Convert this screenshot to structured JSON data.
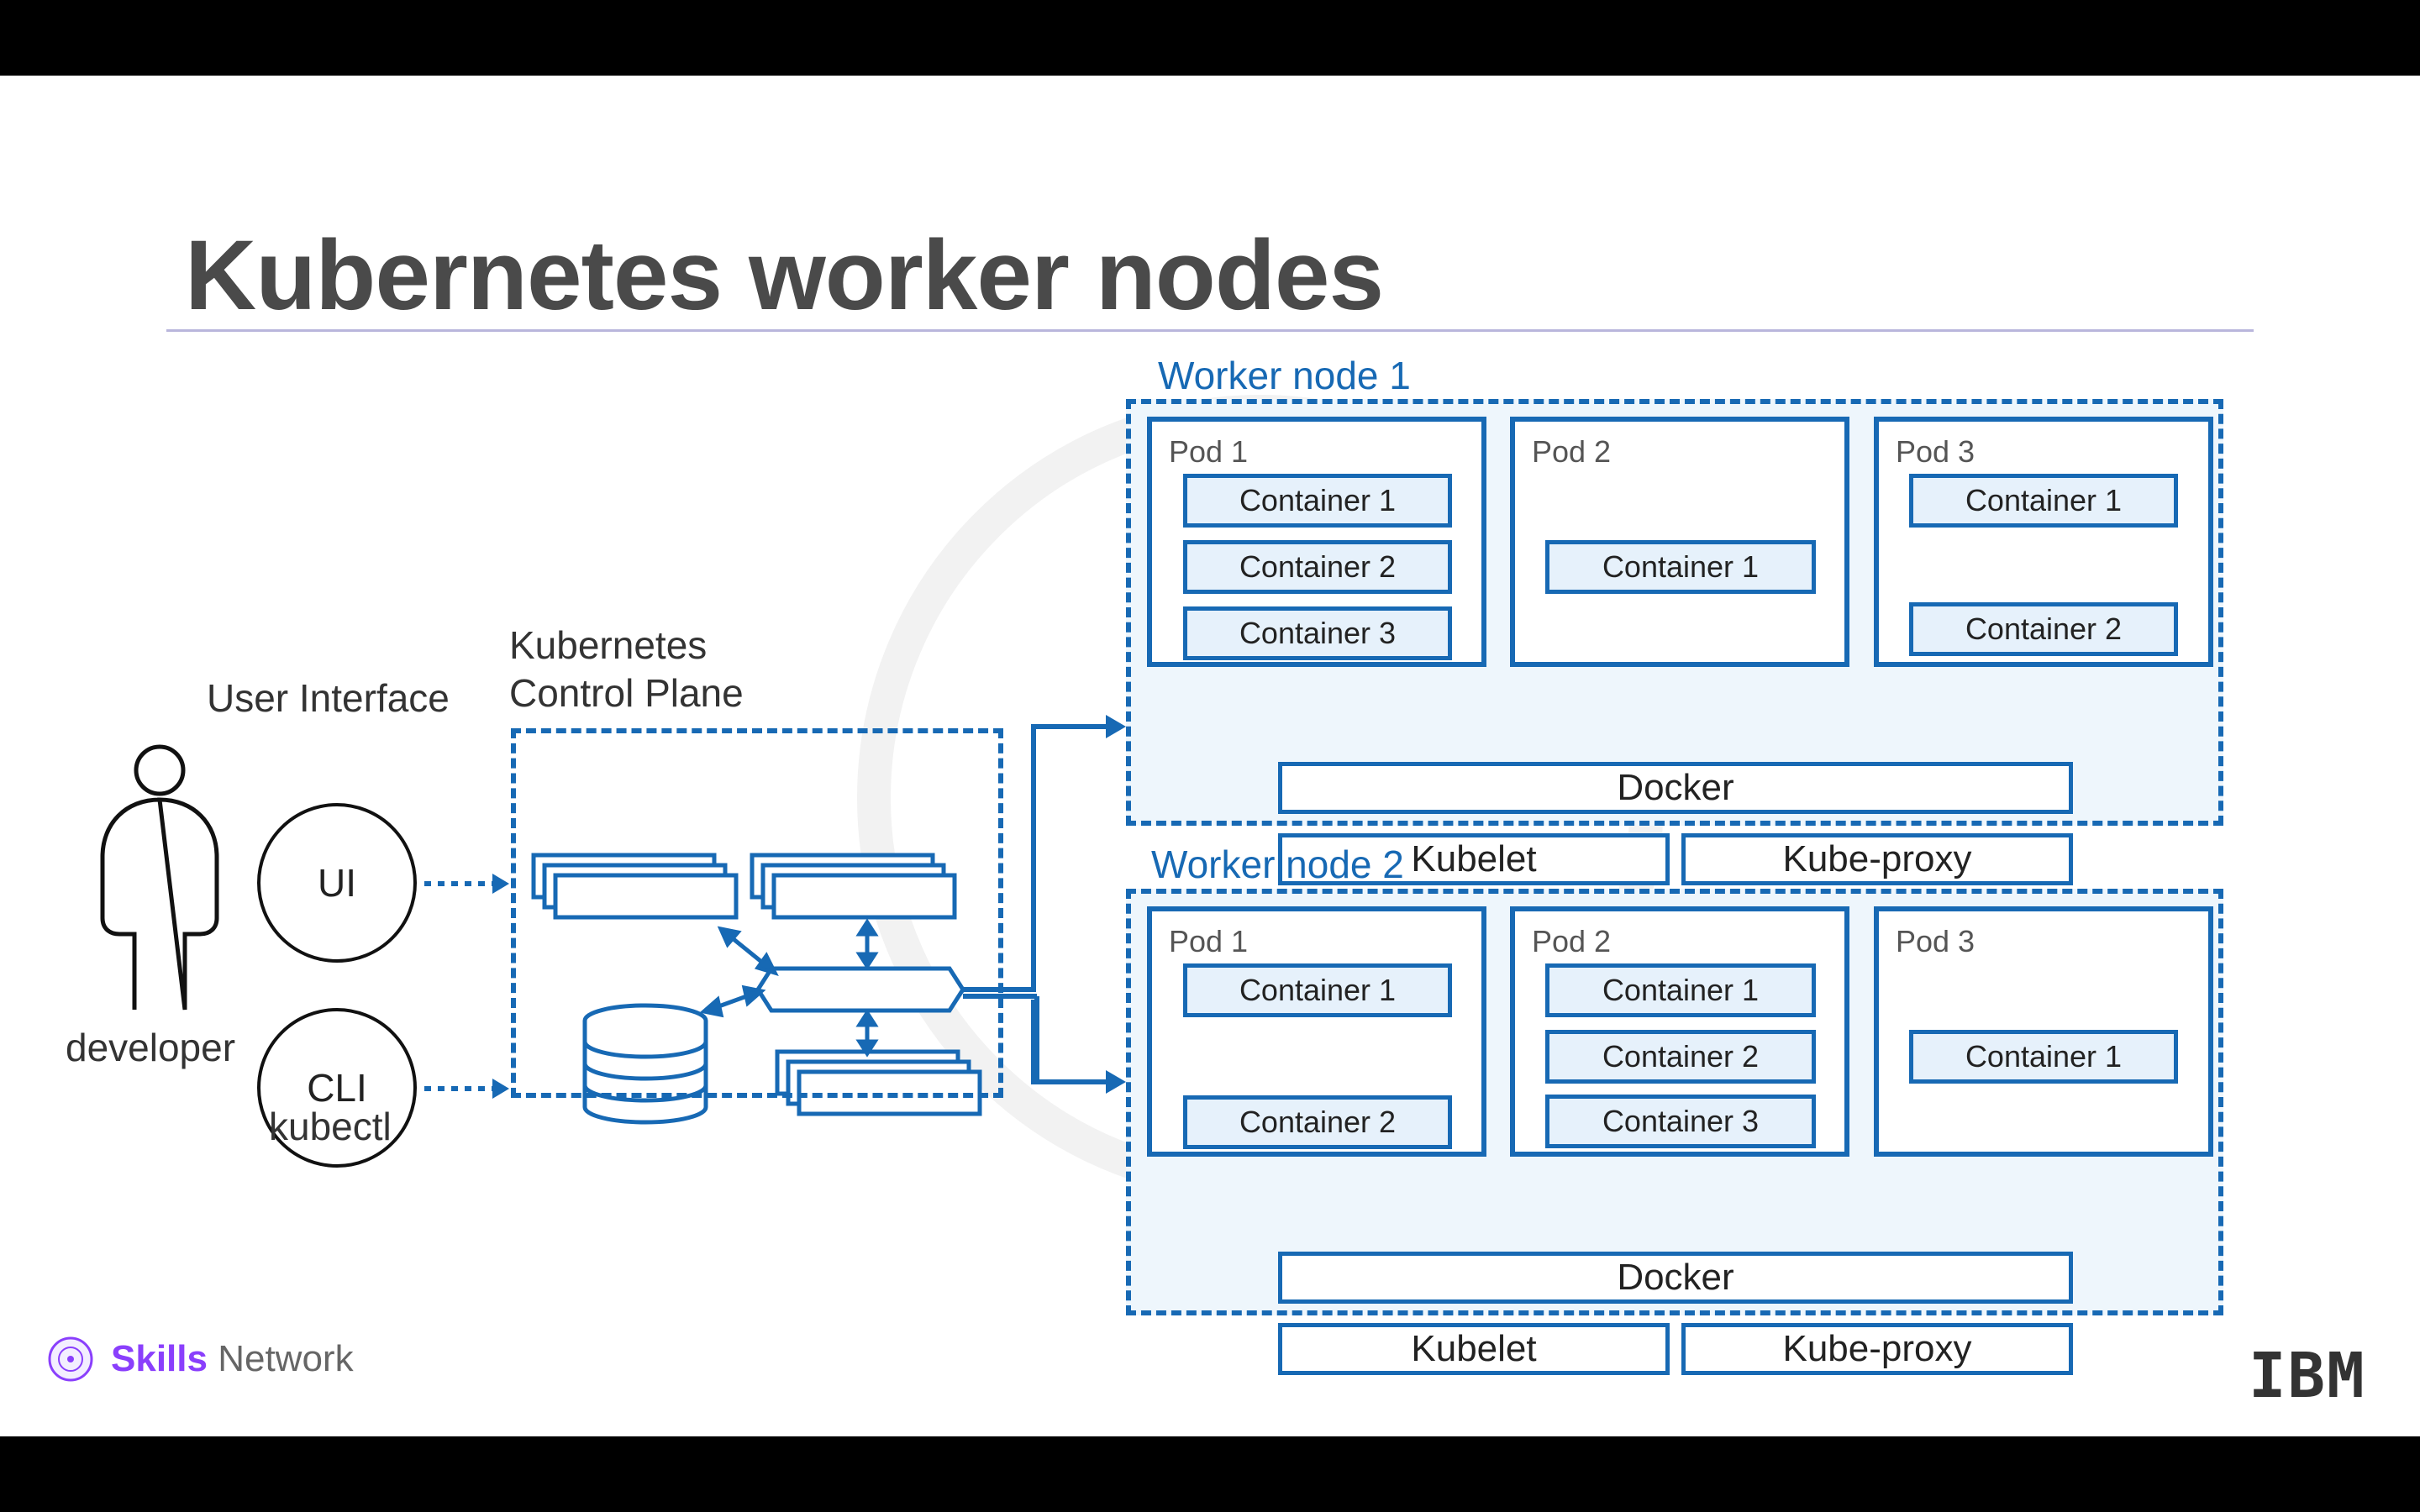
{
  "title": "Kubernetes worker nodes",
  "developer": {
    "label": "developer"
  },
  "user_interface": {
    "heading": "User Interface",
    "ui": "UI",
    "cli": "CLI",
    "cli_caption": "kubectl"
  },
  "control_plane": {
    "heading_line1": "Kubernetes",
    "heading_line2": "Control Plane"
  },
  "worker_nodes": [
    {
      "title": "Worker node 1",
      "pods": [
        {
          "label": "Pod 1",
          "containers": [
            "Container 1",
            "Container 2",
            "Container 3"
          ]
        },
        {
          "label": "Pod 2",
          "containers": [
            "Container 1"
          ]
        },
        {
          "label": "Pod 3",
          "containers": [
            "Container 1",
            "Container 2"
          ]
        }
      ],
      "docker": "Docker",
      "kubelet": "Kubelet",
      "kube_proxy": "Kube-proxy"
    },
    {
      "title": "Worker node 2",
      "pods": [
        {
          "label": "Pod 1",
          "containers": [
            "Container 1",
            "Container 2"
          ]
        },
        {
          "label": "Pod 2",
          "containers": [
            "Container 1",
            "Container 2",
            "Container 3"
          ]
        },
        {
          "label": "Pod 3",
          "containers": [
            "Container 1"
          ]
        }
      ],
      "docker": "Docker",
      "kubelet": "Kubelet",
      "kube_proxy": "Kube-proxy"
    }
  ],
  "footer": {
    "brand_bold": "Skills",
    "brand_rest": " Network",
    "ibm_logo": "IBM"
  },
  "colors": {
    "accent": "#1769b4",
    "node_fill": "#eef6fc",
    "container_fill": "#e6f1fb",
    "brand": "#8a3ffc"
  }
}
